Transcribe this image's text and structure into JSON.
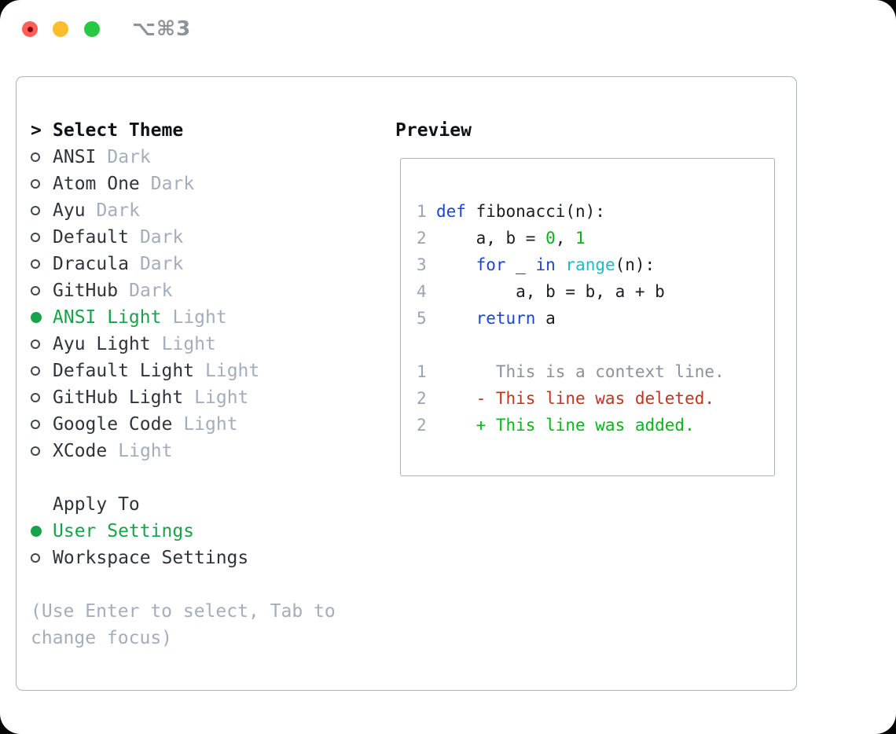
{
  "window": {
    "titlebar_label": "⌥⌘3"
  },
  "colors": {
    "accent_green": "#16a34a",
    "keyword_blue": "#1b45d7",
    "builtin_cyan": "#16bec6",
    "number_green": "#04b410",
    "diff_added_green": "#04b81a",
    "diff_deleted_red": "#c23321",
    "context_gray": "#8b929c",
    "line_number_gray": "#9aa4b2",
    "muted_gray": "#a3adbb",
    "code_fg": "#1a1d22",
    "border_gray": "#a9b2bd",
    "traffic_red": "#ff5f57",
    "traffic_yellow": "#febc2e",
    "traffic_green": "#28c840"
  },
  "theme_panel": {
    "prompt": ">",
    "header": "Select Theme",
    "items": [
      {
        "name": "ANSI",
        "variant": "Dark",
        "selected": false
      },
      {
        "name": "Atom One",
        "variant": "Dark",
        "selected": false
      },
      {
        "name": "Ayu",
        "variant": "Dark",
        "selected": false
      },
      {
        "name": "Default",
        "variant": "Dark",
        "selected": false
      },
      {
        "name": "Dracula",
        "variant": "Dark",
        "selected": false
      },
      {
        "name": "GitHub",
        "variant": "Dark",
        "selected": false
      },
      {
        "name": "ANSI Light",
        "variant": "Light",
        "selected": true
      },
      {
        "name": "Ayu Light",
        "variant": "Light",
        "selected": false
      },
      {
        "name": "Default Light",
        "variant": "Light",
        "selected": false
      },
      {
        "name": "GitHub Light",
        "variant": "Light",
        "selected": false
      },
      {
        "name": "Google Code",
        "variant": "Light",
        "selected": false
      },
      {
        "name": "XCode",
        "variant": "Light",
        "selected": false
      }
    ],
    "apply_header": "Apply To",
    "apply_items": [
      {
        "name": "User Settings",
        "selected": true
      },
      {
        "name": "Workspace Settings",
        "selected": false
      }
    ],
    "hint": "(Use Enter to select, Tab to change focus)"
  },
  "preview": {
    "title": "Preview",
    "lines": [
      {
        "num": "1",
        "tokens": [
          {
            "c": "kw",
            "t": "def"
          },
          {
            "c": "fg",
            "t": " fibonacci(n):"
          }
        ]
      },
      {
        "num": "2",
        "tokens": [
          {
            "c": "fg",
            "t": "    a, b = "
          },
          {
            "c": "num",
            "t": "0"
          },
          {
            "c": "fg",
            "t": ", "
          },
          {
            "c": "num",
            "t": "1"
          }
        ]
      },
      {
        "num": "3",
        "tokens": [
          {
            "c": "fg",
            "t": "    "
          },
          {
            "c": "kw",
            "t": "for"
          },
          {
            "c": "fg",
            "t": " _ "
          },
          {
            "c": "kw",
            "t": "in"
          },
          {
            "c": "fg",
            "t": " "
          },
          {
            "c": "fn",
            "t": "range"
          },
          {
            "c": "fg",
            "t": "(n):"
          }
        ]
      },
      {
        "num": "4",
        "tokens": [
          {
            "c": "fg",
            "t": "        a, b = b, a + b"
          }
        ]
      },
      {
        "num": "5",
        "tokens": [
          {
            "c": "fg",
            "t": "    "
          },
          {
            "c": "kw",
            "t": "return"
          },
          {
            "c": "fg",
            "t": " a"
          }
        ]
      },
      {
        "num": "",
        "tokens": []
      },
      {
        "num": "1",
        "tokens": [
          {
            "c": "ctx",
            "t": "      This is a context line."
          }
        ]
      },
      {
        "num": "2",
        "tokens": [
          {
            "c": "del",
            "t": "    - This line was deleted."
          }
        ]
      },
      {
        "num": "2",
        "tokens": [
          {
            "c": "add",
            "t": "    + This line was added."
          }
        ]
      }
    ]
  }
}
